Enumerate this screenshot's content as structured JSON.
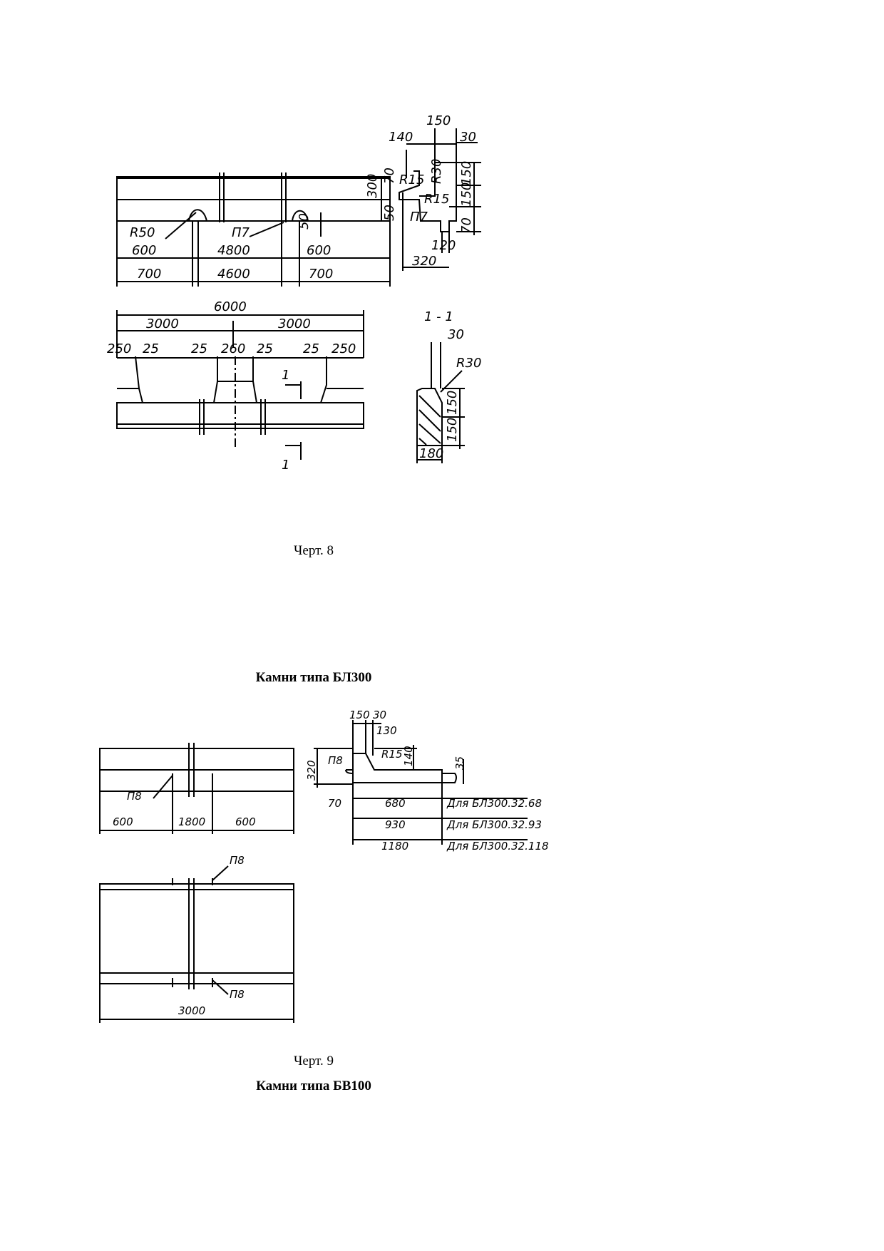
{
  "figure8": {
    "caption": "Черт. 8",
    "top_view_dims": {
      "d600a": "600",
      "d4800": "4800",
      "d600b": "600",
      "d700a": "700",
      "d4600": "4600",
      "d700b": "700",
      "r50": "R50",
      "p7": "П7",
      "d50": "50",
      "d300": "300"
    },
    "profile_dims": {
      "d150": "150",
      "d140": "140",
      "d30": "30",
      "r15a": "R15",
      "r30": "R30",
      "r15b": "R15",
      "d70a": "70",
      "d50": "50",
      "p7": "П7",
      "d120": "120",
      "d320": "320",
      "v150a": "150",
      "v150b": "150",
      "v70": "70"
    },
    "front_view_dims": {
      "d6000": "6000",
      "d3000a": "3000",
      "d3000b": "3000",
      "d250a": "250",
      "d25a": "25",
      "d25b": "25",
      "d260": "260",
      "d25c": "25",
      "d25d": "25",
      "d250b": "250",
      "sec1a": "1",
      "sec1b": "1"
    },
    "section_dims": {
      "title": "1 - 1",
      "d30": "30",
      "r30": "R30",
      "v150a": "150",
      "v150b": "150",
      "d180": "180"
    }
  },
  "heading_bl300": "Камни типа БЛ300",
  "figure9": {
    "caption": "Черт. 9",
    "top_view_dims": {
      "p8": "П8",
      "d600a": "600",
      "d1800": "1800",
      "d600b": "600"
    },
    "profile_dims": {
      "d150": "150",
      "d30": "30",
      "d130": "130",
      "r15": "R15",
      "d140": "140",
      "d320": "320",
      "p8": "П8",
      "d35": "35",
      "d70": "70"
    },
    "profile_table": [
      {
        "length": "680",
        "label": "Для БЛ300.32.68"
      },
      {
        "length": "930",
        "label": "Для БЛ300.32.93"
      },
      {
        "length": "1180",
        "label": "Для БЛ300.32.118"
      }
    ],
    "bottom_view_dims": {
      "p8a": "П8",
      "p8b": "П8",
      "d3000": "3000"
    }
  },
  "heading_bv100": "Камни типа БВ100"
}
